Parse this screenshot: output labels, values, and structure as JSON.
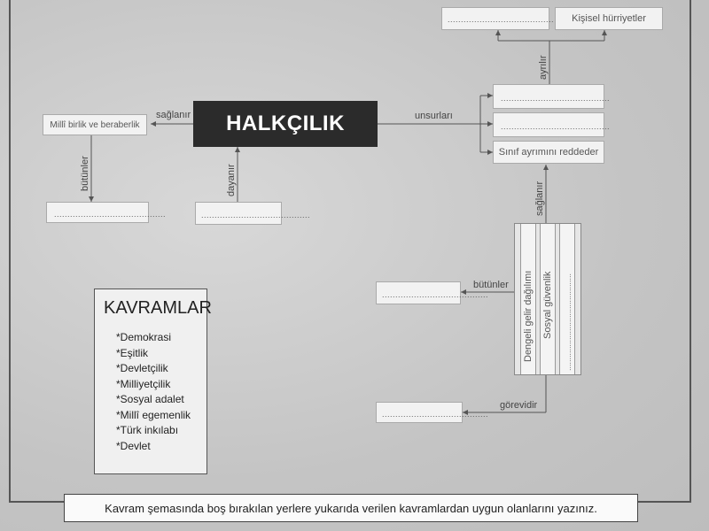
{
  "diagram": {
    "center_title": "HALKÇILIK",
    "top_right_boxes": {
      "blank": "........................................",
      "filled": "Kişisel hürriyetler"
    },
    "elements_boxes": {
      "blank_1": ".........................................",
      "blank_2": ".........................................",
      "filled": "Sınıf ayrımını reddeder"
    },
    "left_box": "Millî birlik ve beraberlik",
    "left_blank": "..........................................",
    "center_blank": ".........................................",
    "strips": {
      "strip_1": "Dengeli gelir dağılımı",
      "strip_2": "Sosyal güvenlik",
      "strip_3": "............................................"
    },
    "right_mid_blank": "........................................",
    "right_bottom_blank": "........................................",
    "edge_labels": {
      "saglanir_left": "sağlanır",
      "unsurlari": "unsurları",
      "butunler_left": "bütünler",
      "dayanir": "dayanır",
      "ayrilir": "ayrılır",
      "saglanir_right": "sağlanır",
      "butunler_right": "bütünler",
      "gorevidir": "görevidir"
    }
  },
  "concepts": {
    "title": "KAVRAMLAR",
    "items": [
      "*Demokrasi",
      "*Eşitlik",
      "*Devletçilik",
      "*Milliyetçilik",
      "*Sosyal adalet",
      "*Millî egemenlik",
      "*Türk inkılabı",
      "*Devlet"
    ]
  },
  "instruction": "Kavram şemasında boş bırakılan yerlere yukarıda verilen kavramlardan uygun olanlarını yazınız."
}
